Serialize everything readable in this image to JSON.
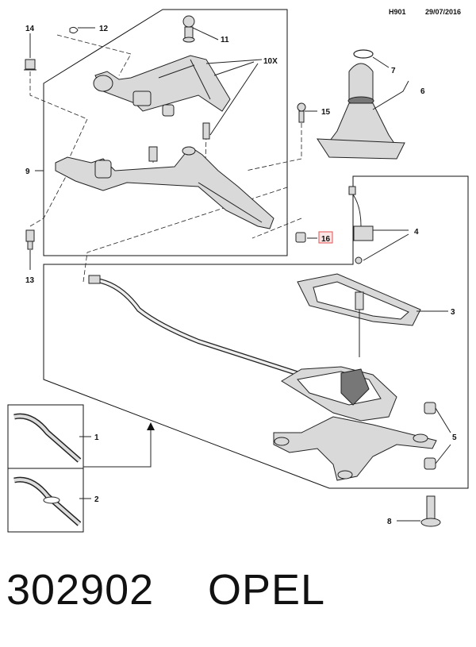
{
  "header": {
    "code": "H901",
    "date": "29/07/2016"
  },
  "footer": {
    "part_code": "302902",
    "brand": "OPEL"
  },
  "callouts": {
    "c1": "1",
    "c2": "2",
    "c3": "3",
    "c4": "4",
    "c5": "5",
    "c6": "6",
    "c7": "7",
    "c8": "8",
    "c9": "9",
    "c10x": "10X",
    "c11": "11",
    "c12": "12",
    "c13": "13",
    "c14": "14",
    "c15": "15",
    "c16": "16"
  },
  "colors": {
    "highlight_box": "#e05050",
    "highlight_fill": "#fde6e6"
  }
}
